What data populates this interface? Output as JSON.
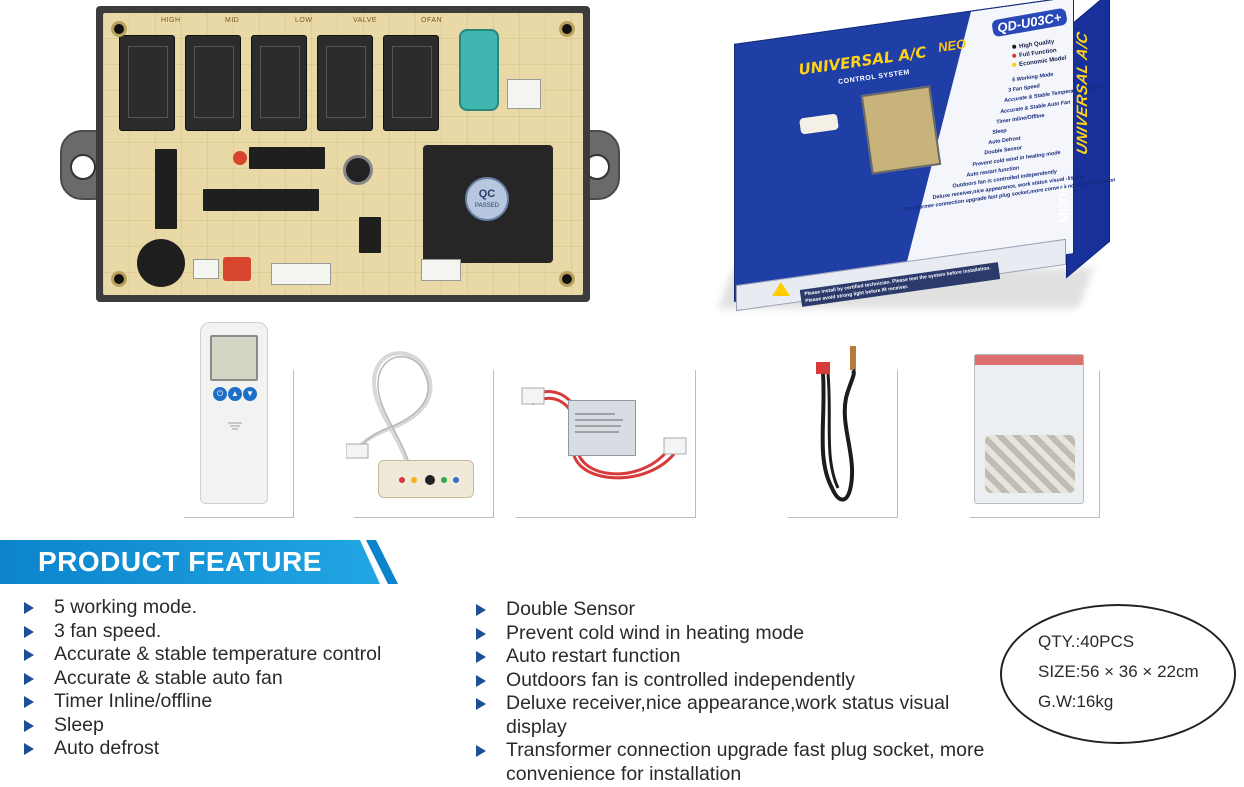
{
  "pcb": {
    "relay_labels": [
      "HIGH",
      "MID",
      "LOW",
      "VALVE",
      "OFAN"
    ],
    "qc_label": "QC",
    "qc_sub": "PASSED"
  },
  "box": {
    "title": "UNIVERSAL A/C",
    "subtitle": "CONTROL SYSTEM",
    "model_tag": "QD-U03C+",
    "brand": "NEO",
    "side_title": "UNIVERSAL A/C",
    "side_model": "MODEL",
    "badges": [
      {
        "label": "High Quality",
        "color": "#1a1a1a"
      },
      {
        "label": "Full Function",
        "color": "#d63a3a"
      },
      {
        "label": "Economic Model",
        "color": "#ffcc00"
      }
    ],
    "features": [
      "5 Working Mode",
      "3 Fan Speed",
      "Accurate & Stable Temperature Control",
      "Accurate & Stable Auto Fan",
      "Timer Inline/Offline",
      "Sleep",
      "Auto Defrost",
      "Double Sensor",
      "Prevent cold wind in heating mode",
      "Auto restart function",
      "Outdoors fan is controlled independently",
      "Deluxe receiver,nice appearance, work status visual display",
      "Transformer connection upgrade fast plug socket,more convenience for installation"
    ],
    "warning": "Please install by certified technician. Please test the system before installation. Please avoid strong light before IR receiver."
  },
  "feature_header": "PRODUCT FEATURE",
  "features_left": [
    "5  working  mode.",
    "3 fan speed.",
    "Accurate & stable temperature control",
    "Accurate & stable auto fan",
    "Timer Inline/offline",
    "Sleep",
    "Auto defrost"
  ],
  "features_right": [
    "Double Sensor",
    "Prevent cold wind in heating mode",
    "Auto restart function",
    "Outdoors fan is controlled independently",
    "Deluxe receiver,nice appearance,work status visual display",
    "Transformer connection upgrade fast plug socket, more convenience for installation"
  ],
  "spec": {
    "qty": "QTY.:40PCS",
    "size": "SIZE:56 × 36 × 22cm",
    "gw": "G.W:16kg"
  }
}
